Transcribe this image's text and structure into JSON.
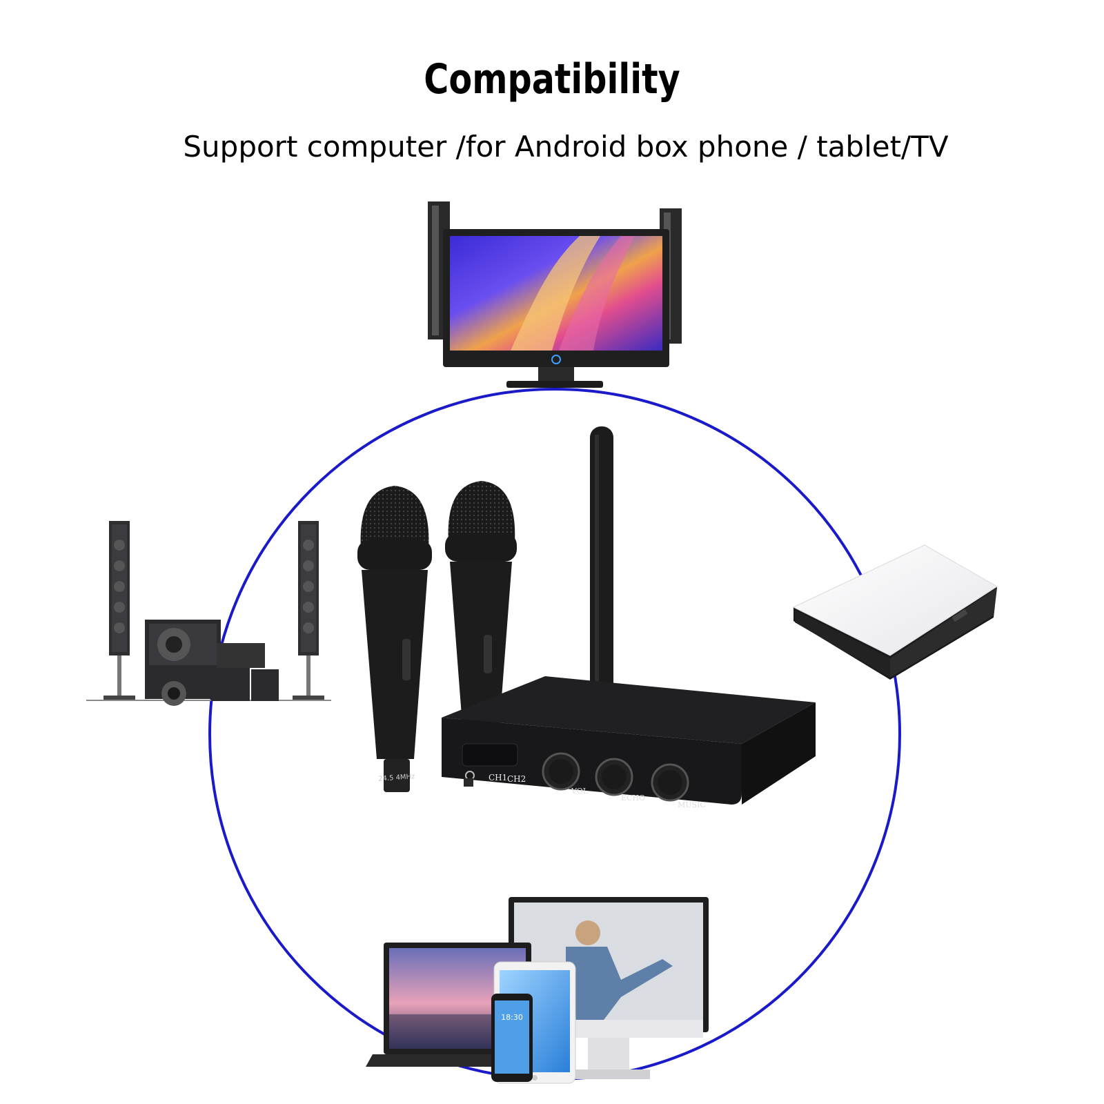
{
  "header": {
    "title": "Compatibility",
    "subtitle": "Support computer /for Android box phone / tablet/TV"
  },
  "device": {
    "ch1_label": "CH1",
    "ch2_label": "CH2",
    "knob1_label": "VOL",
    "knob2_label": "ECHO",
    "knob3_label": "MUSIC",
    "mic_band_label": "24.5 4MHz"
  },
  "colors": {
    "ring": "#1a1ac8",
    "device_body": "#1c1c1e",
    "background": "#ffffff"
  },
  "icons": [
    "tv-icon",
    "speaker-system-icon",
    "android-box-icon",
    "computer-devices-icon",
    "microphone-icon",
    "receiver-icon"
  ]
}
